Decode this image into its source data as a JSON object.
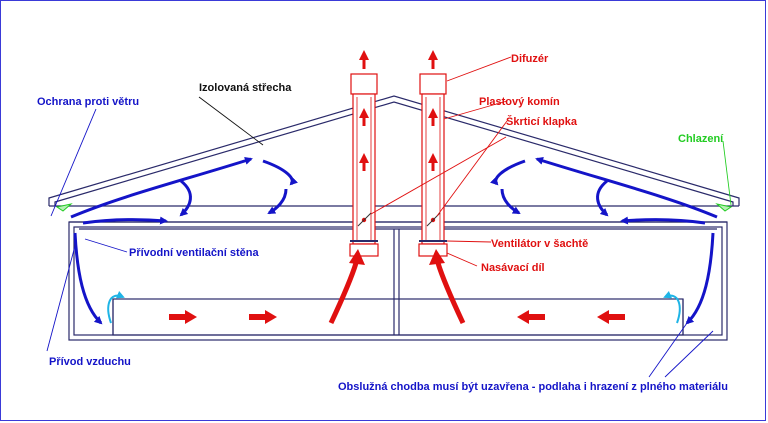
{
  "labels": {
    "roof": "Izolovaná střecha",
    "wind_protection": "Ochrana proti větru",
    "diffuser": "Difuzér",
    "plastic_chimney": "Plastový komín",
    "throttle_flap": "Škrticí klapka",
    "cooling": "Chlazení",
    "inlet_wall": "Přívodní ventilační stěna",
    "shaft_fan": "Ventilátor v šachtě",
    "intake_part": "Nasávací díl",
    "air_inlet": "Přívod vzduchu",
    "corridor_note": "Obslužná chodba musí být uzavřena - podlaha i hrazení z plného materiálu"
  },
  "colors": {
    "blue": "#1414c8",
    "red": "#e01010",
    "green": "#22cc22",
    "cyan": "#1eb4e6",
    "structure": "#2a2a6a"
  }
}
